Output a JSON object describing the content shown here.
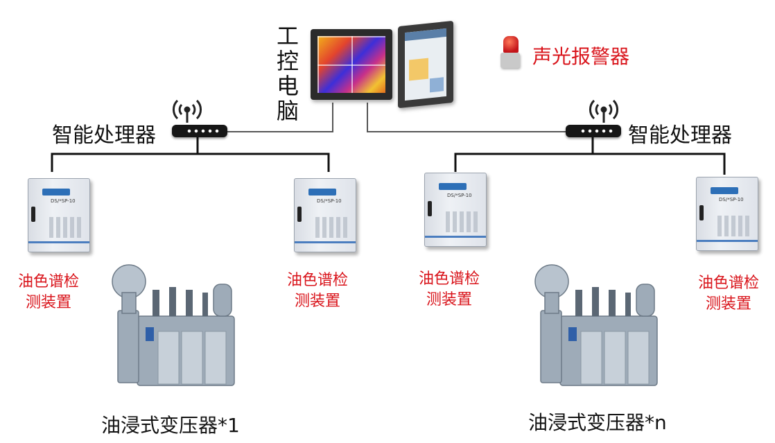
{
  "pc_label": [
    "工",
    "控",
    "电",
    "脑"
  ],
  "alarm_label": "声光报警器",
  "processors": [
    {
      "label": "智能处理器"
    },
    {
      "label": "智能处理器"
    }
  ],
  "detectors": [
    {
      "label_line1": "油色谱检",
      "label_line2": "测装置",
      "model": "DS/*SP-10"
    },
    {
      "label_line1": "油色谱检",
      "label_line2": "测装置",
      "model": "DS/*SP-10"
    },
    {
      "label_line1": "油色谱检",
      "label_line2": "测装置",
      "model": "DS/*SP-10"
    },
    {
      "label_line1": "油色谱检",
      "label_line2": "测装置",
      "model": "DS/*SP-10"
    }
  ],
  "transformers": [
    {
      "label": "油浸式变压器*1"
    },
    {
      "label": "油浸式变压器*n"
    }
  ],
  "colors": {
    "label_red": "#d9141b",
    "line": "#111111",
    "transformer": "#9eabb8"
  }
}
